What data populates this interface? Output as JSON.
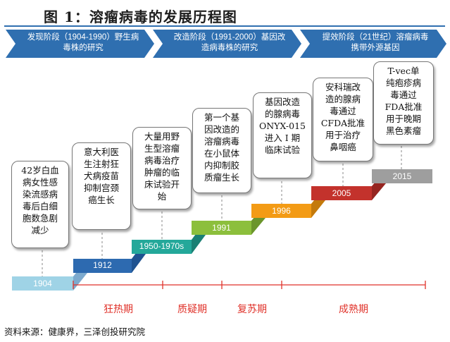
{
  "title": "图 1：溶瘤病毒的发展历程图",
  "phases": [
    {
      "line1": "发现阶段（1904-1990）野生病",
      "line2": "毒株的研究"
    },
    {
      "line1": "改造阶段（1991-2000）基因改",
      "line2": "造病毒株的研究"
    },
    {
      "line1": "提效阶段（21世纪）溶瘤病毒",
      "line2": "携带外源基因"
    }
  ],
  "milestones": [
    {
      "year": "1904",
      "color": "#9fd3e6",
      "text": "42岁白血\n病女性感\n染流感病\n毒后白细\n胞数急剧\n减少"
    },
    {
      "year": "1912",
      "color": "#2d6ab0",
      "text": "意大利医\n生注射狂\n犬病疫苗\n抑制宫颈\n癌生长"
    },
    {
      "year": "1950-1970s",
      "color": "#24a89a",
      "text": "大量用野\n生型溶瘤\n病毒治疗\n肿瘤的临\n床试验开\n始"
    },
    {
      "year": "1991",
      "color": "#8cbf3c",
      "text": "第一个基\n因改造的\n溶瘤病毒\n在小鼠体\n内抑制胶\n质瘤生长"
    },
    {
      "year": "1996",
      "color": "#f39b15",
      "text": "基因改造\n的腺病毒\nONYX-015\n进入 I 期\n临床试验"
    },
    {
      "year": "2005",
      "color": "#c3322c",
      "text": "安科瑞改\n造的腺病\n毒通过\nCFDA批准\n用于治疗\n鼻咽癌"
    },
    {
      "year": "2015",
      "color": "#9e9e9e",
      "text": "T-vec单\n纯疱疹病\n毒通过\nFDA批准\n用于晚期\n黑色素瘤"
    }
  ],
  "eras": [
    "狂热期",
    "质疑期",
    "复苏期",
    "成熟期"
  ],
  "source": "资料来源：健康界，三泽创投研究院",
  "colors": {
    "phase_arrow": "#2f6fb0",
    "era_text": "#e0322a",
    "era_line": "#e0322a"
  }
}
